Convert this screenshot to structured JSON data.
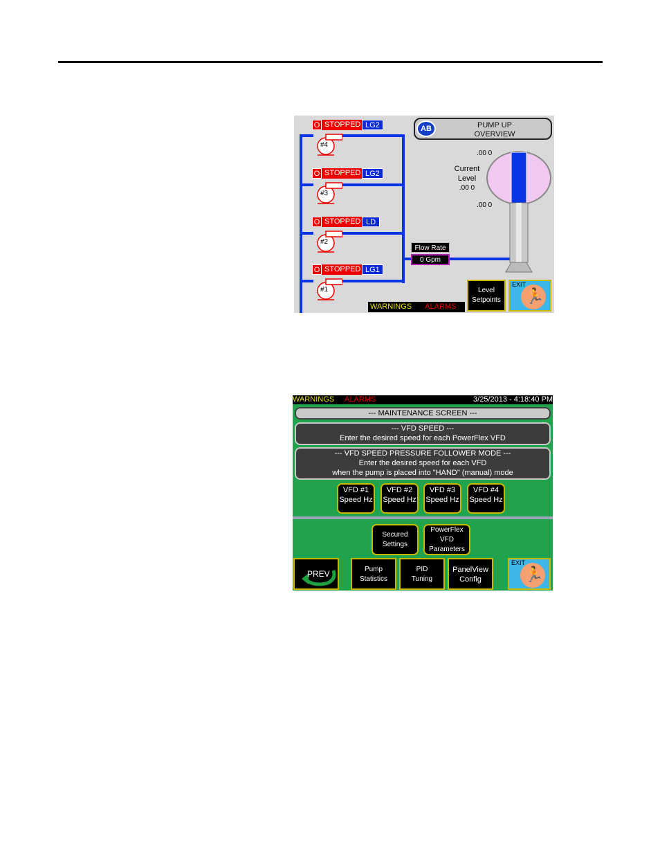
{
  "overview": {
    "title_line1": "PUMP UP",
    "title_line2": "OVERVIEW",
    "logo": "AB",
    "pumps": [
      {
        "id": "#4",
        "state_icon": "O",
        "status": "STOPPED",
        "group": "LG2"
      },
      {
        "id": "#3",
        "state_icon": "O",
        "status": "STOPPED",
        "group": "LG2"
      },
      {
        "id": "#2",
        "state_icon": "O",
        "status": "STOPPED",
        "group": "LD"
      },
      {
        "id": "#1",
        "state_icon": "O",
        "status": "STOPPED",
        "group": "LG1"
      }
    ],
    "tank_top": ".00 0",
    "current_level_line1": "Current",
    "current_level_line2": "Level",
    "current_level_value": ".00 0",
    "tank_bottom": ".00 0",
    "flow_rate_label": "Flow Rate",
    "flow_rate_value": "0 Gpm",
    "level_setpoints_line1": "Level",
    "level_setpoints_line2": "Setpoints",
    "exit_label": "EXIT",
    "warnings": "WARNINGS",
    "alarms": "ALARMS",
    "colors": {
      "pipe": "#0a35e6",
      "stopped": "#e00000",
      "group": "#0a2ad6"
    }
  },
  "maintenance": {
    "warnings": "WARNINGS",
    "alarms": "ALARMS",
    "datetime": "3/25/2013 - 4:18:40 PM",
    "title": "---   MAINTENANCE SCREEN   ---",
    "vfd_speed_line1": "---   VFD SPEED   ---",
    "vfd_speed_line2": "Enter the desired speed for each PowerFlex VFD",
    "follower_line1": "---   VFD SPEED PRESSURE FOLLOWER MODE   ---",
    "follower_line2": "Enter the desired speed for each VFD",
    "follower_line3": "when the pump is placed into \"HAND\" (manual) mode",
    "vfd_buttons": [
      {
        "line1": "VFD #1",
        "line2": "Speed Hz"
      },
      {
        "line1": "VFD #2",
        "line2": "Speed Hz"
      },
      {
        "line1": "VFD #3",
        "line2": "Speed Hz"
      },
      {
        "line1": "VFD #4",
        "line2": "Speed Hz"
      }
    ],
    "secured_line1": "Secured",
    "secured_line2": "Settings",
    "powerflex_line1": "PowerFlex",
    "powerflex_line2": "VFD",
    "powerflex_line3": "Parameters",
    "prev_label": "PREV",
    "pump_stats_line1": "Pump",
    "pump_stats_line2": "Statistics",
    "pid_line1": "PID",
    "pid_line2": "Tuning",
    "panelview_line1": "PanelView",
    "panelview_line2": "Config",
    "exit_label": "EXIT",
    "colors": {
      "background": "#21a24c",
      "button_border": "#c8b800"
    }
  }
}
